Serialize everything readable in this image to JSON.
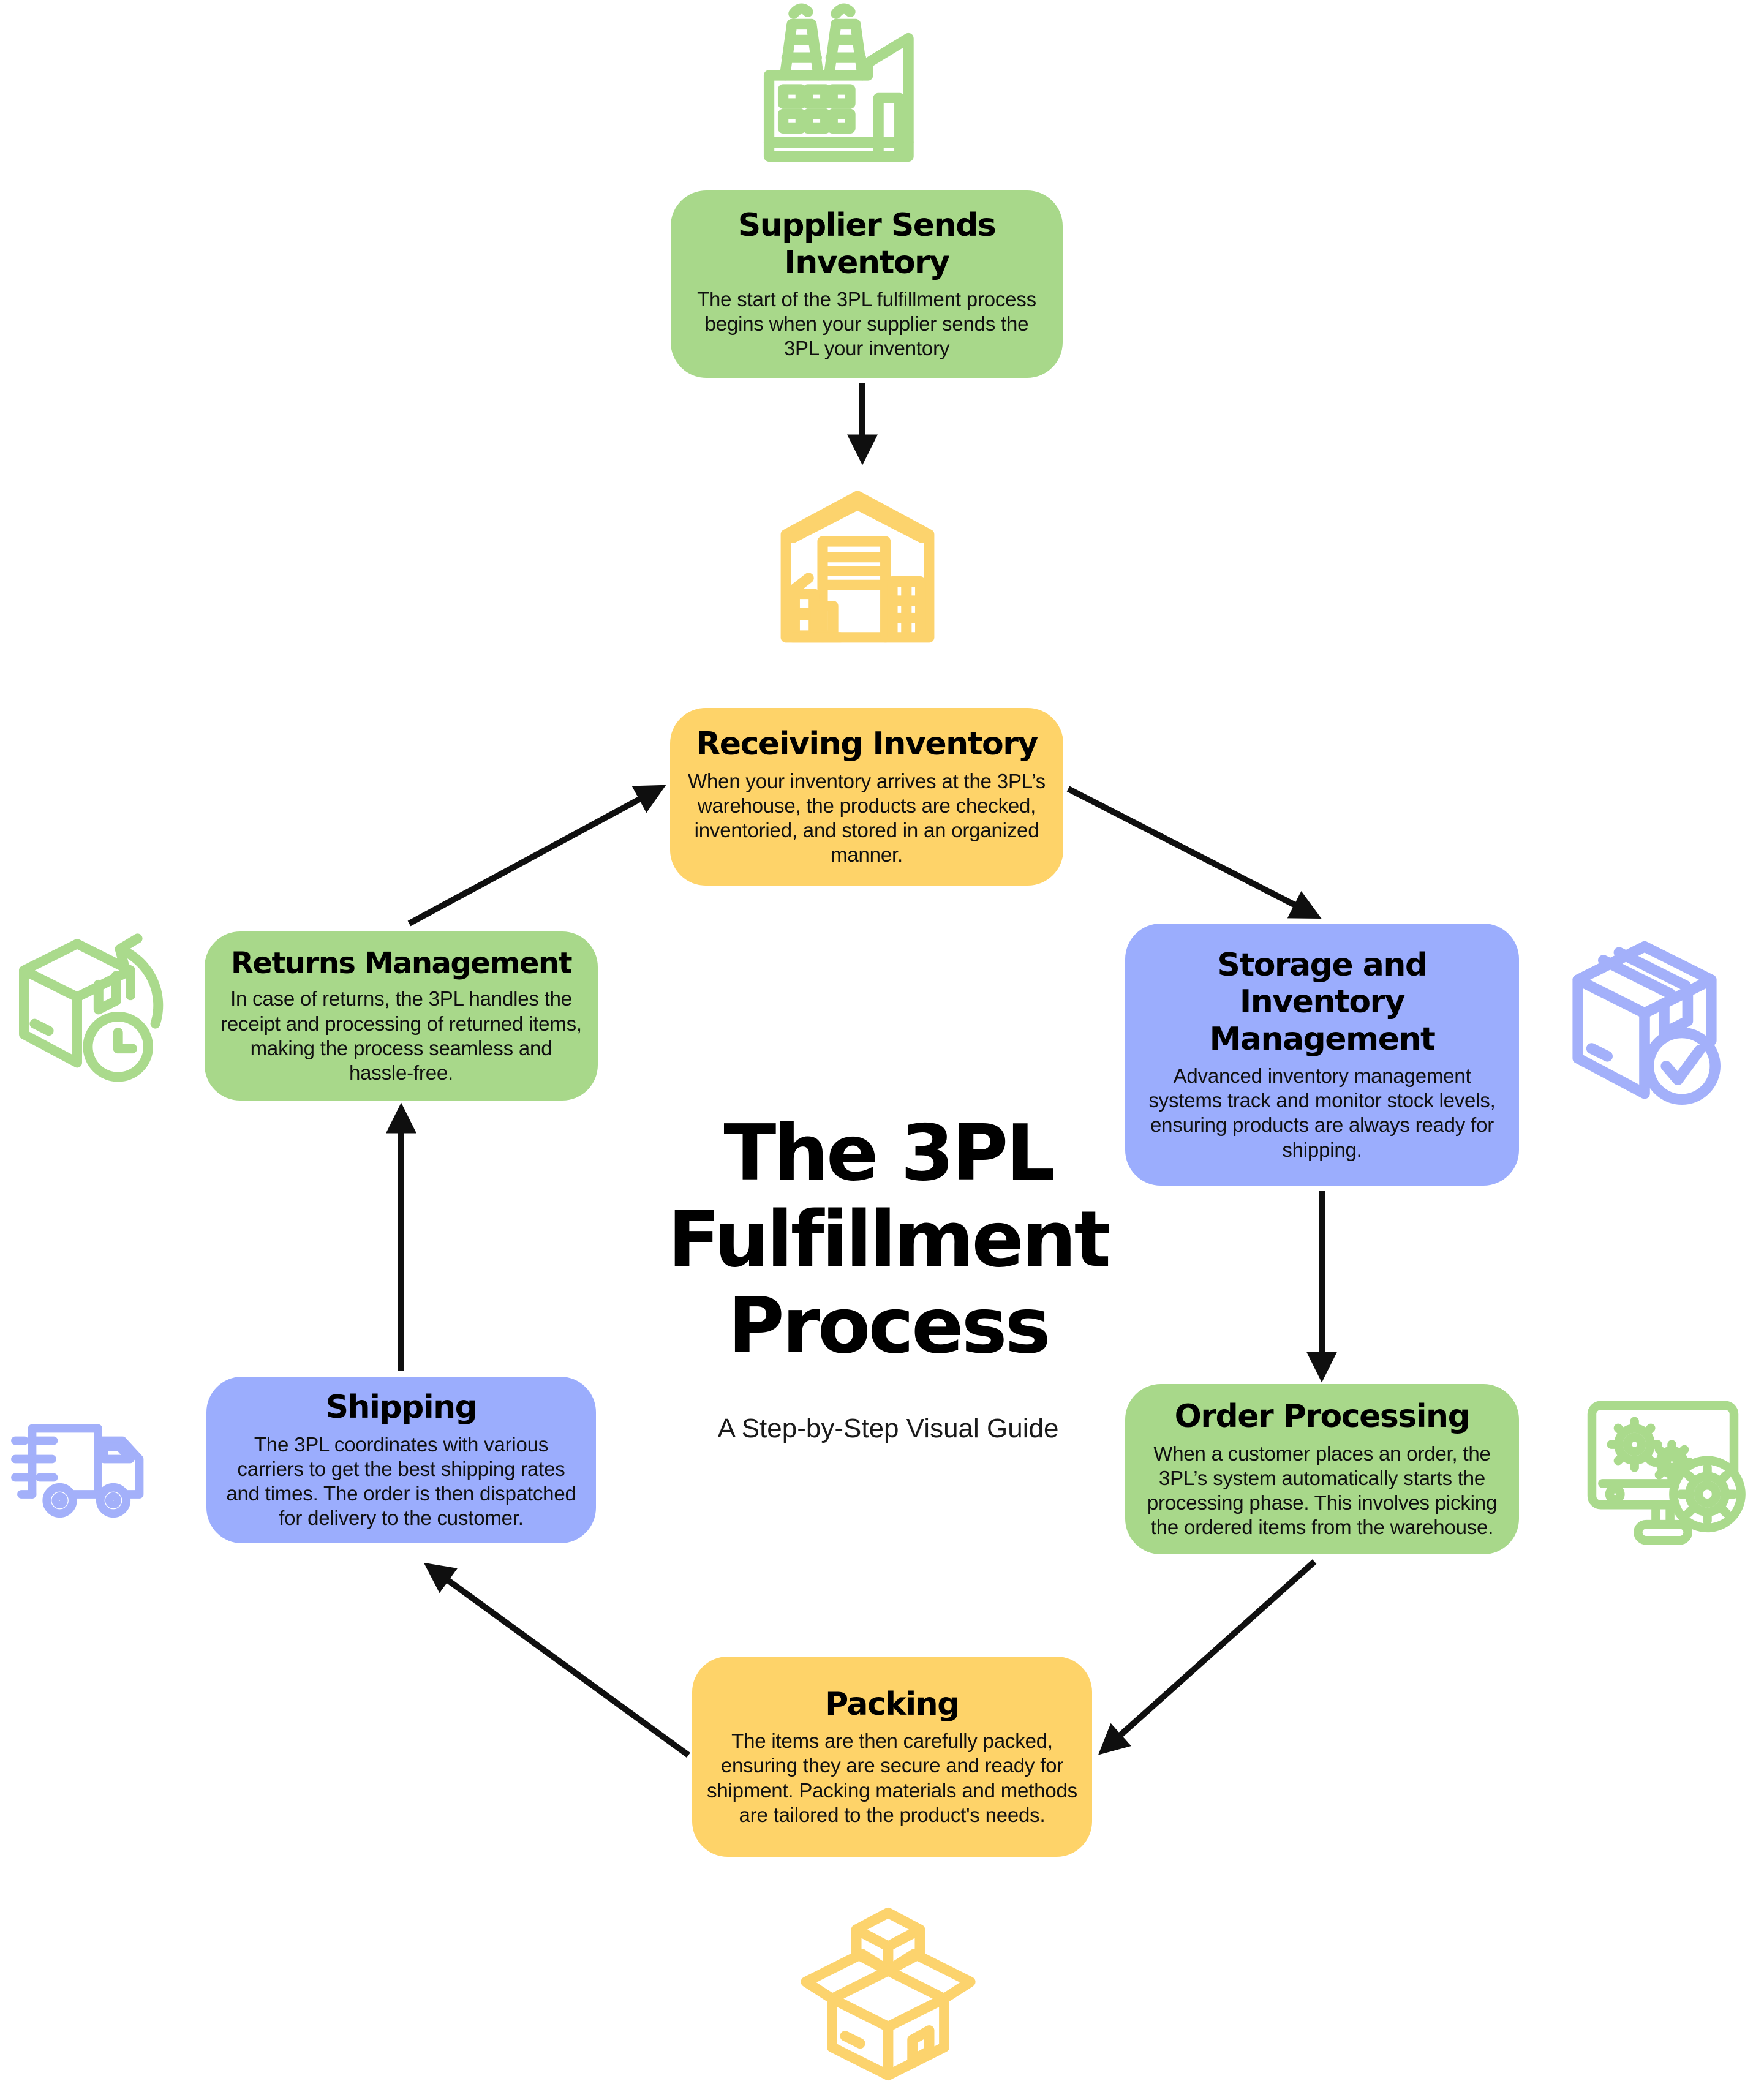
{
  "title": {
    "main": "The 3PL Fulfillment Process",
    "subtitle": "A Step-by-Step Visual Guide"
  },
  "colors": {
    "green": "#a8d88a",
    "yellow": "#fed369",
    "blue": "#9badfd",
    "icon_green": "#aada8c",
    "icon_yellow": "#fcd36d",
    "icon_blue": "#a3b0fa",
    "arrow": "#0f0f0f",
    "background": "#ffffff",
    "text": "#000000"
  },
  "steps": [
    {
      "id": "supplier",
      "title": "Supplier Sends Inventory",
      "description": "The start of the 3PL fulfillment process begins when your supplier sends the 3PL your inventory",
      "color": "green",
      "icon": "factory-icon"
    },
    {
      "id": "receiving",
      "title": "Receiving Inventory",
      "description": "When your inventory arrives at the 3PL’s warehouse, the products are checked, inventoried, and stored in an organized manner.",
      "color": "yellow",
      "icon": "warehouse-icon"
    },
    {
      "id": "storage",
      "title": "Storage and Inventory Management",
      "description": "Advanced inventory management systems track and monitor stock levels, ensuring products are always ready for shipping.",
      "color": "blue",
      "icon": "box-check-icon"
    },
    {
      "id": "order",
      "title": "Order Processing",
      "description": "When a customer places an order, the 3PL’s system automatically starts the processing phase. This involves picking the ordered items from the warehouse.",
      "color": "green",
      "icon": "computer-gears-icon"
    },
    {
      "id": "packing",
      "title": "Packing",
      "description": "The items are then carefully packed, ensuring they are secure and ready for shipment. Packing materials and methods are tailored to the product's needs.",
      "color": "yellow",
      "icon": "open-box-icon"
    },
    {
      "id": "shipping",
      "title": "Shipping",
      "description": "The 3PL coordinates with various carriers to get the best shipping rates and times. The order is then dispatched for delivery to the customer.",
      "color": "blue",
      "icon": "delivery-truck-icon"
    },
    {
      "id": "returns",
      "title": "Returns Management",
      "description": "In case of returns, the 3PL handles the receipt and processing of returned items, making the process seamless and hassle-free.",
      "color": "green",
      "icon": "returns-box-icon"
    }
  ]
}
